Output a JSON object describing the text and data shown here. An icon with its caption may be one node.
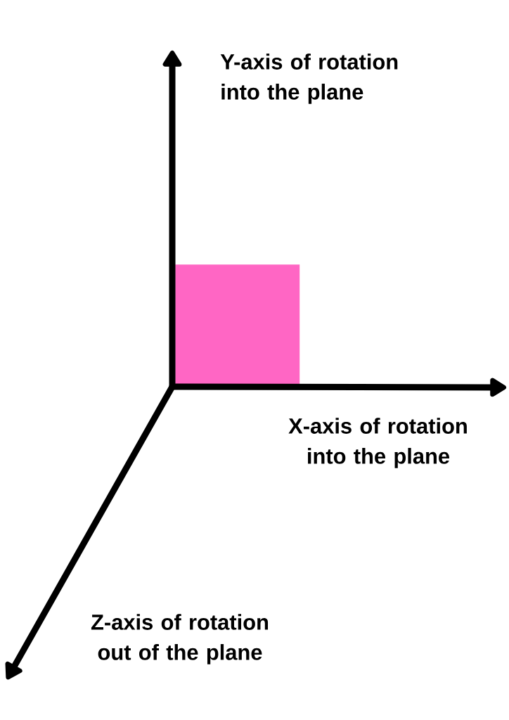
{
  "diagram": {
    "nodes": [
      {
        "text": [],
        "shape": "box"
      }
    ],
    "labels": [
      "Y-axis of rotation into the plane",
      "X-axis of rotation into the plane",
      "Z-axis of rotation out of the plane"
    ]
  }
}
